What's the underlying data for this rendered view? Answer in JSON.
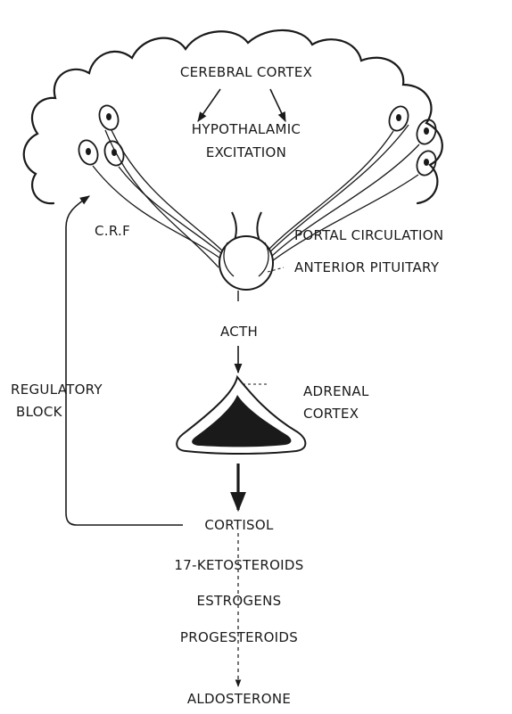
{
  "labels": {
    "cerebral_cortex": "CEREBRAL CORTEX",
    "hypothalamic": "HYPOTHALAMIC",
    "excitation": "EXCITATION",
    "crf": "C.R.F",
    "portal_circulation": "PORTAL CIRCULATION",
    "anterior_pituitary": "ANTERIOR PITUITARY",
    "acth": "ACTH",
    "regulatory": "REGULATORY",
    "block": "BLOCK",
    "adrenal": "ADRENAL",
    "cortex": "CORTEX",
    "cortisol": "CORTISOL",
    "ketosteroids": "17-KETOSTEROIDS",
    "estrogens": "ESTROGENS",
    "progesteroids": "PROGESTEROIDS",
    "aldosterone": "ALDOSTERONE"
  }
}
